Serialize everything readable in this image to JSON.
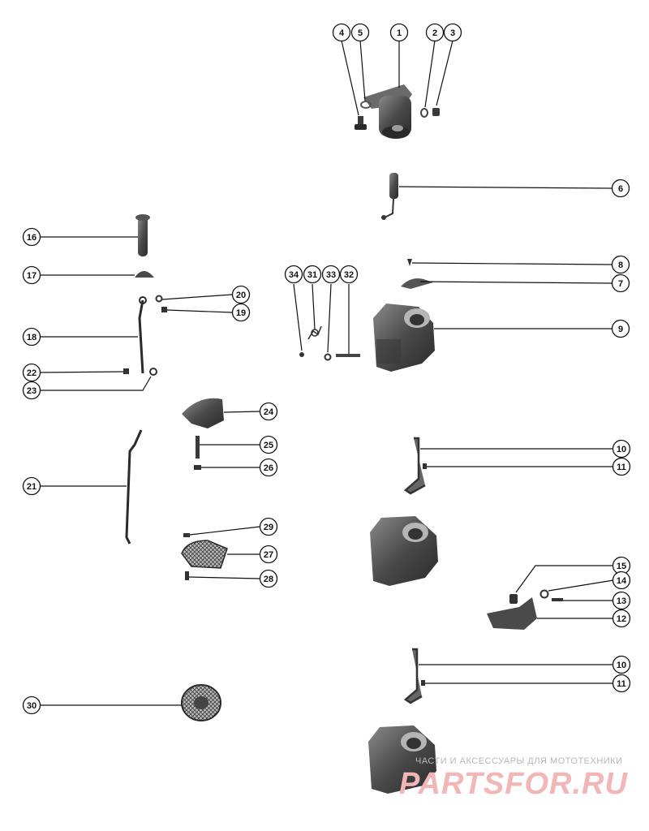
{
  "watermark": {
    "line1": "ЧАСТИ И АКСЕССУАРЫ ДЛЯ МОТОТЕХНИКИ",
    "line2": "PARTSFOR.RU"
  },
  "callouts": {
    "c1": "1",
    "c2": "2",
    "c3": "3",
    "c4": "4",
    "c5": "5",
    "c6": "6",
    "c7": "7",
    "c8": "8",
    "c9": "9",
    "c10a": "10",
    "c11a": "11",
    "c12": "12",
    "c13": "13",
    "c14": "14",
    "c15": "15",
    "c10b": "10",
    "c11b": "11",
    "c16": "16",
    "c17": "17",
    "c18": "18",
    "c19": "19",
    "c20": "20",
    "c21": "21",
    "c22": "22",
    "c23": "23",
    "c24": "24",
    "c25": "25",
    "c26": "26",
    "c27": "27",
    "c28": "28",
    "c29": "29",
    "c30": "30",
    "c31": "31",
    "c32": "32",
    "c33": "33",
    "c34": "34"
  }
}
